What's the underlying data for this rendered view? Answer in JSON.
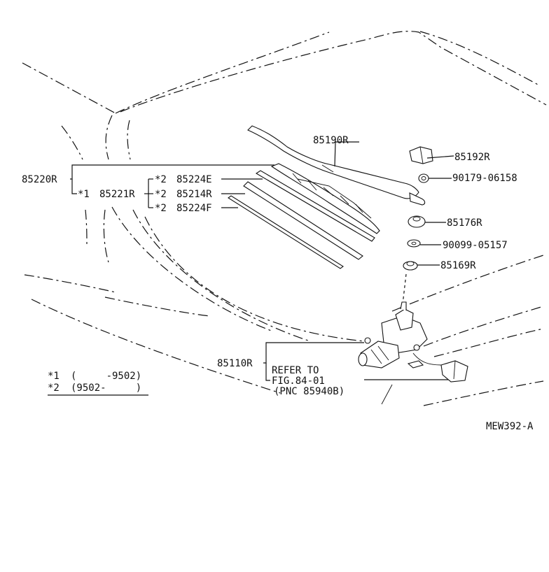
{
  "drawing_code": "MEW392-A",
  "parts": {
    "p85190R": "85190R",
    "p85192R": "85192R",
    "p90179": "90179-06158",
    "p85176R": "85176R",
    "p90099": "90099-05157",
    "p85169R": "85169R",
    "p85220R": "85220R",
    "p85221R": "85221R",
    "p85224E": "85224E",
    "p85214R": "85214R",
    "p85224F": "85224F",
    "p85110R": "85110R"
  },
  "marks": {
    "m1": "*1",
    "m2": "*2"
  },
  "refer": {
    "line1": "REFER TO",
    "line2": "FIG.84-01",
    "line3": "(PNC 85940B)"
  },
  "legend": {
    "row1_mark": "*1",
    "row1_range": "(     -9502)",
    "row2_mark": "*2",
    "row2_range": "(9502-     )"
  }
}
